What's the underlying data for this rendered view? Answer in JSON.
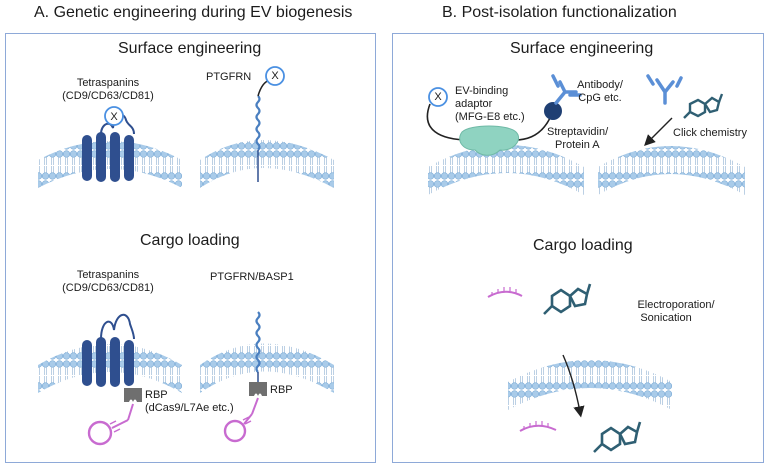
{
  "panel_a": {
    "title": "A. Genetic engineering during EV biogenesis",
    "surface_title": "Surface engineering",
    "cargo_title": "Cargo loading",
    "tetraspanins_1": "Tetraspanins",
    "tetraspanins_1b": "(CD9/CD63/CD81)",
    "ptgfrn": "PTGFRN",
    "x_marker": "X",
    "tetraspanins_2": "Tetraspanins",
    "tetraspanins_2b": "(CD9/CD63/CD81)",
    "ptgfrn_basp1": "PTGFRN/BASP1",
    "rbp_1": "RBP",
    "rbp_1b": "(dCas9/L7Ae etc.)",
    "rbp_2": "RBP"
  },
  "panel_b": {
    "title": "B. Post-isolation functionalization",
    "surface_title": "Surface engineering",
    "cargo_title": "Cargo loading",
    "x_marker": "X",
    "adaptor_1": "EV-binding",
    "adaptor_2": "adaptor",
    "adaptor_3": "(MFG-E8 etc.)",
    "antibody_1": "Antibody/",
    "antibody_2": "CpG etc.",
    "strep_1": "Streptavidin/",
    "strep_2": "Protein A",
    "click": "Click chemistry",
    "electro_1": "Electroporation/",
    "electro_2": "Sonication"
  },
  "colors": {
    "border": "#8ea9d8",
    "membrane": "#a9cbe9",
    "membrane_edge": "#7aaad6",
    "protein": "#2f4f8f",
    "rbp": "#6f6f6f",
    "rna": "#c86bd0",
    "drug": "#2f5f73",
    "adaptor": "#8fd3c1",
    "antibody": "#5b8fd6"
  },
  "icons": [
    "x-marker-icon",
    "tetraspanin-icon",
    "ptgfrn-icon",
    "rbp-icon",
    "rna-hairpin-icon",
    "antibody-icon",
    "streptavidin-icon",
    "adaptor-icon",
    "drug-molecule-icon",
    "arrow-icon"
  ]
}
